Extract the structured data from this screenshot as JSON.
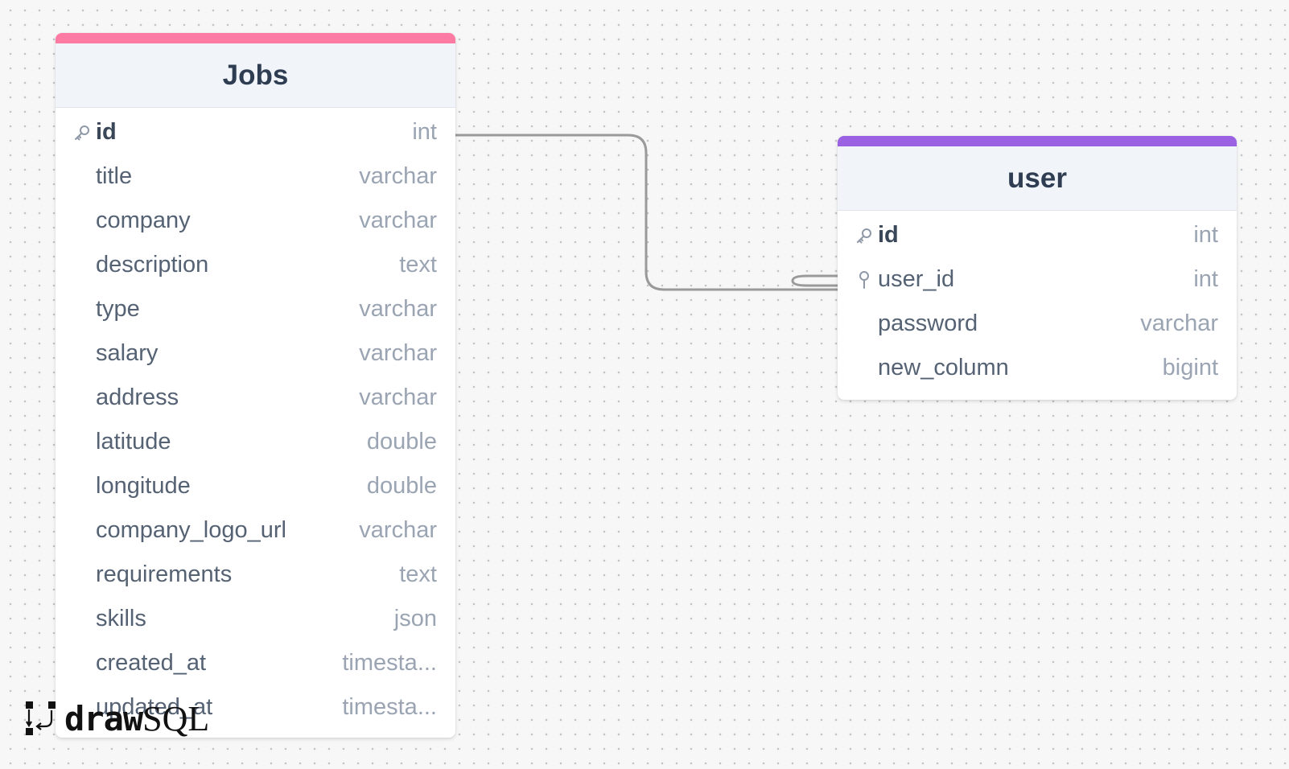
{
  "colors": {
    "jobs_accent": "#fd7aa3",
    "user_accent": "#9a62e3",
    "relation_line": "#9a9a9a",
    "canvas_background": "#f7f7f7",
    "grid_dot": "#bfc3c8"
  },
  "jobs": {
    "title": "Jobs",
    "columns": [
      {
        "name": "id",
        "type": "int",
        "icon": "key-icon"
      },
      {
        "name": "title",
        "type": "varchar"
      },
      {
        "name": "company",
        "type": "varchar"
      },
      {
        "name": "description",
        "type": "text"
      },
      {
        "name": "type",
        "type": "varchar"
      },
      {
        "name": "salary",
        "type": "varchar"
      },
      {
        "name": "address",
        "type": "varchar"
      },
      {
        "name": "latitude",
        "type": "double"
      },
      {
        "name": "longitude",
        "type": "double"
      },
      {
        "name": "company_logo_url",
        "type": "varchar"
      },
      {
        "name": "requirements",
        "type": "text"
      },
      {
        "name": "skills",
        "type": "json"
      },
      {
        "name": "created_at",
        "type": "timesta..."
      },
      {
        "name": "updated_at",
        "type": "timesta..."
      }
    ]
  },
  "user": {
    "title": "user",
    "columns": [
      {
        "name": "id",
        "type": "int",
        "icon": "key-icon"
      },
      {
        "name": "user_id",
        "type": "int",
        "icon": "foreign-key-icon"
      },
      {
        "name": "password",
        "type": "varchar"
      },
      {
        "name": "new_column",
        "type": "bigint"
      }
    ]
  },
  "relation": {
    "from": "Jobs.id",
    "to": "user.user_id",
    "from_cardinality": "one",
    "to_cardinality": "many"
  },
  "logo": {
    "part1": "draw",
    "part2": "SQL",
    "icon": "drawsql-logo-icon"
  }
}
